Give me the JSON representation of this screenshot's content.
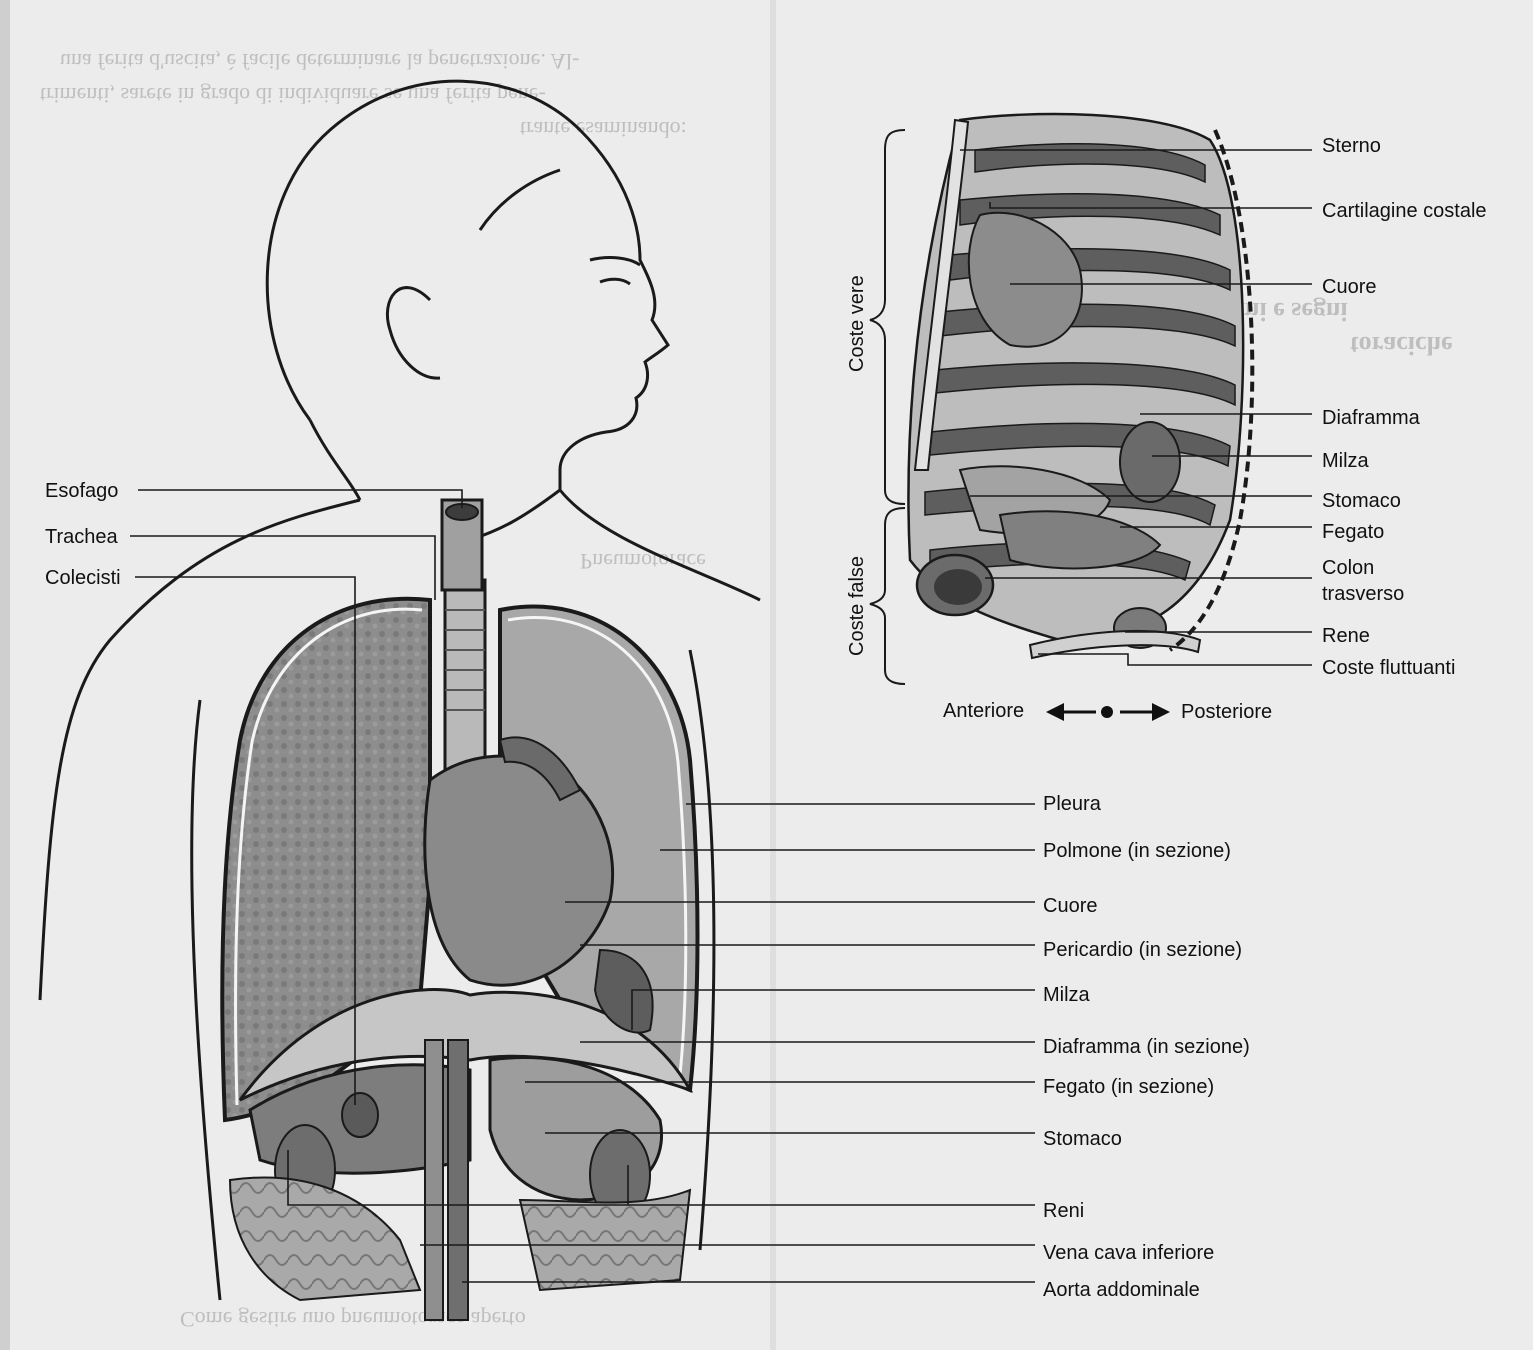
{
  "colors": {
    "line": "#1a1a1a",
    "organ_dark": "#6e6e6e",
    "organ_mid": "#9c9c9c",
    "organ_light": "#c8c8c8",
    "paper": "#ececec"
  },
  "torso_labels_left": [
    "Esofago",
    "Trachea",
    "Colecisti"
  ],
  "torso_labels_right": [
    "Pleura",
    "Polmone (in sezione)",
    "Cuore",
    "Pericardio (in sezione)",
    "Milza",
    "Diaframma (in sezione)",
    "Fegato (in sezione)",
    "Stomaco",
    "Reni",
    "Vena cava inferiore",
    "Aorta addominale"
  ],
  "ribcage_labels": [
    "Sterno",
    "Cartilagine costale",
    "Cuore",
    "Diaframma",
    "Milza",
    "Stomaco",
    "Fegato",
    "Colon",
    "trasverso",
    "Rene",
    "Coste fluttuanti"
  ],
  "rib_groups": {
    "true_ribs": "Coste vere",
    "false_ribs": "Coste false"
  },
  "orientation": {
    "anterior": "Anteriore",
    "posterior": "Posteriore"
  },
  "bleed_through": [
    "una ferita d'uscita, è facile determinare la penetrazione. Al-",
    "trimenti, sarete in grado di individuare se una ferita pene-",
    "trante esaminando:",
    "Pneumotorace",
    "Sintomi e segni",
    "toraciche",
    "Come gestire uno pneumotorace aperto"
  ]
}
